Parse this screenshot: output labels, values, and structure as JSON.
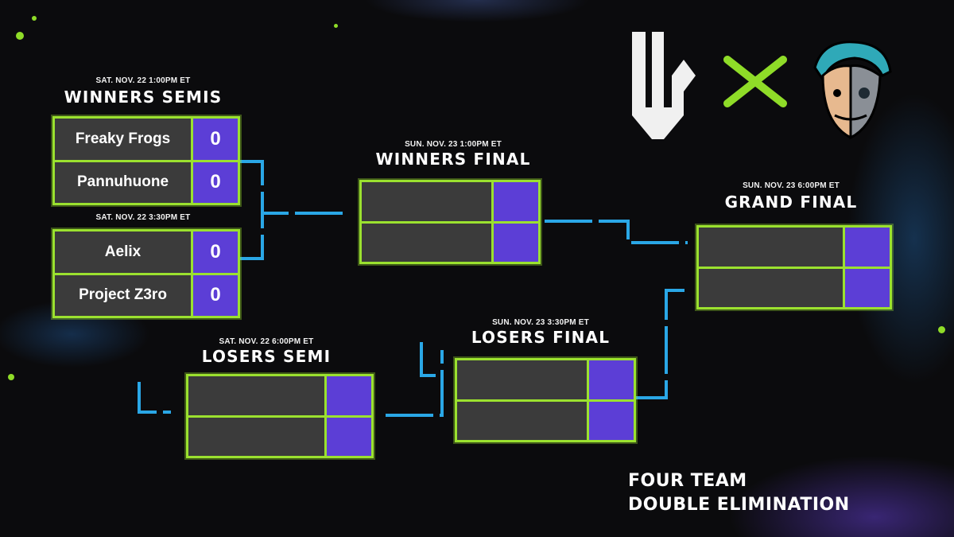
{
  "colors": {
    "accent_green": "#9be12f",
    "score_purple": "#5c3ed6",
    "slot_gray": "#3b3b3b",
    "connector_blue": "#2aa7e6"
  },
  "logos": {
    "left": "w-logo-icon",
    "separator": "x-icon",
    "right": "masked-face-logo-icon"
  },
  "winners_semis": {
    "time": "SAT. NOV. 22 1:00PM ET",
    "title": "WINNERS SEMIS",
    "match1": {
      "team1": "Freaky Frogs",
      "score1": "0",
      "team2": "Pannuhuone",
      "score2": "0"
    },
    "match2_time": "SAT. NOV. 22 3:30PM ET",
    "match2": {
      "team1": "Aelix",
      "score1": "0",
      "team2": "Project Z3ro",
      "score2": "0"
    }
  },
  "winners_final": {
    "time": "SUN. NOV. 23 1:00PM ET",
    "title": "WINNERS FINAL"
  },
  "grand_final": {
    "time": "SUN. NOV. 23 6:00PM ET",
    "title": "GRAND FINAL"
  },
  "losers_semi": {
    "time": "SAT. NOV. 22 6:00PM ET",
    "title": "LOSERS SEMI"
  },
  "losers_final": {
    "time": "SUN. NOV. 23 3:30PM ET",
    "title": "LOSERS FINAL"
  },
  "footer": {
    "line1": "FOUR TEAM",
    "line2": "DOUBLE ELIMINATION"
  }
}
